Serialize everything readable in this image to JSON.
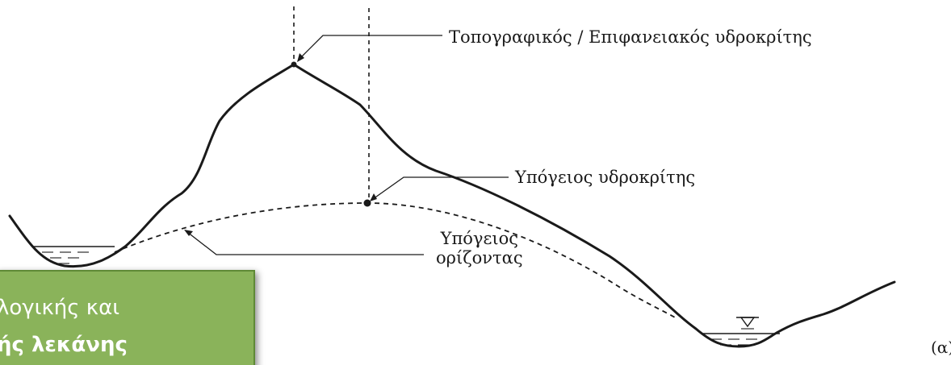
{
  "labels": {
    "topographic_divide": "Τοπογραφικός / Επιφανειακός υδροκρίτης",
    "groundwater_divide": "Υπόγειος υδροκρίτης",
    "groundwater_horizon_line1": "Υπόγειος",
    "groundwater_horizon_line2": "ορίζοντας",
    "panel_marker": "(α)"
  },
  "overlay": {
    "line1": "λογικής και",
    "line2": "ής λεκάνης",
    "fill_color": "#8ab35a",
    "text_color": "#ffffff"
  },
  "colors": {
    "line": "#1a1a1a",
    "water": "#1a1a1a"
  }
}
